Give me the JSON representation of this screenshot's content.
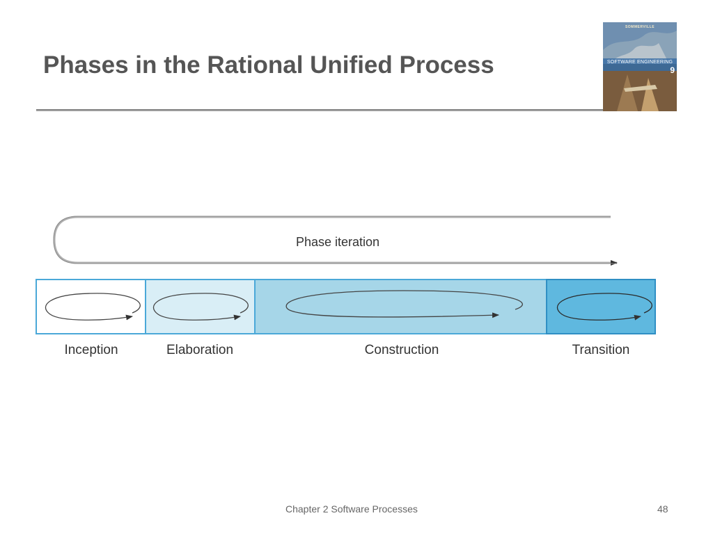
{
  "slide": {
    "title": "Phases in the Rational Unified Process"
  },
  "book_cover": {
    "brand": "SOMMERVILLE",
    "title": "SOFTWARE ENGINEERING",
    "edition": "9"
  },
  "diagram": {
    "iteration_label": "Phase iteration",
    "phases": [
      {
        "name": "Inception",
        "fill": "#ffffff"
      },
      {
        "name": "Elaboration",
        "fill": "#d9eef6"
      },
      {
        "name": "Construction",
        "fill": "#a6d6e8"
      },
      {
        "name": "Transition",
        "fill": "#5fb8df"
      }
    ],
    "colors": {
      "border": "#4aa8d8",
      "arrow": "#555555"
    }
  },
  "footer": {
    "chapter": "Chapter 2 Software Processes",
    "page": "48"
  }
}
